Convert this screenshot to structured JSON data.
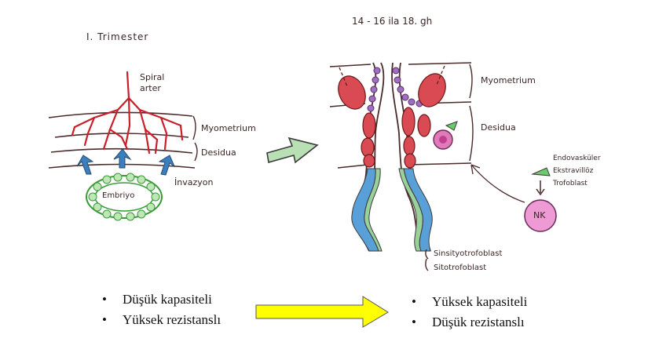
{
  "left": {
    "title": "I. Trimester",
    "labels": {
      "spiral": "Spiral arter",
      "myometrium": "Myometrium",
      "desidua": "Desidua",
      "invazyon": "İnvazyon",
      "embriyo": "Embriyo"
    },
    "bullets": [
      "Düşük kapasiteli",
      "Yüksek rezistanslı"
    ]
  },
  "right": {
    "title": "14 - 16 ila 18. gh",
    "labels": {
      "myometrium": "Myometrium",
      "desidua": "Desidua",
      "endo1": "Endovasküler",
      "endo2": "Ekstravillöz",
      "endo3": "Trofoblast",
      "nk": "NK",
      "sinsityo": "Sinsityotrofoblast",
      "sito": "Sitotrofoblast"
    },
    "bullets": [
      "Yüksek kapasiteli",
      "Düşük rezistanslı"
    ]
  },
  "colors": {
    "red": "#c8202a",
    "pink": "#e07a82",
    "blue": "#3a7fc0",
    "green": "#3a9a3a",
    "purple": "#7a3a8a",
    "ink": "#4a2a2a",
    "yellow_arrow": "#ffff00"
  }
}
